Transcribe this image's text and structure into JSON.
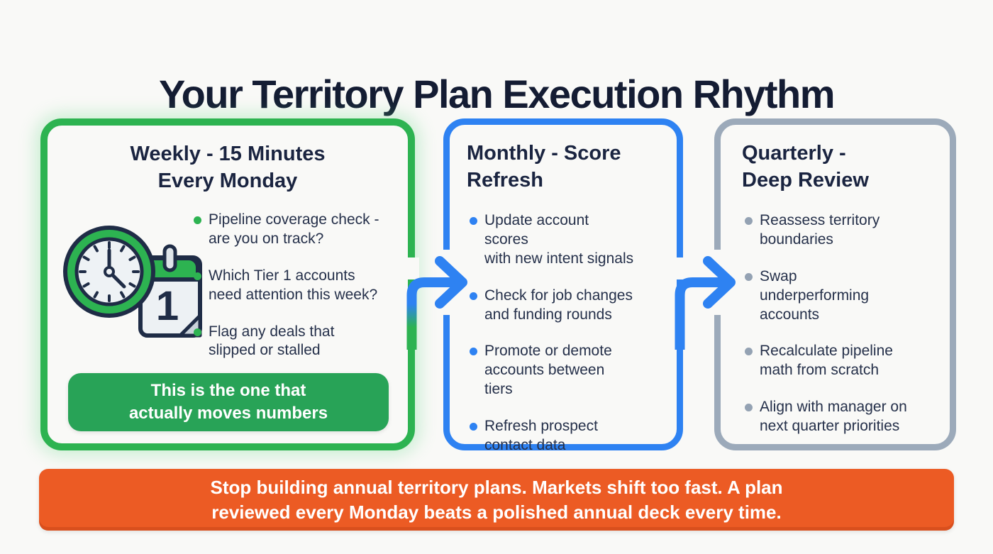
{
  "title": "Your Territory Plan Execution Rhythm",
  "cards": [
    {
      "id": "weekly",
      "title": "Weekly - 15 Minutes\nEvery Monday",
      "accent": "#2db351",
      "icon": "clock-calendar",
      "bullets": [
        "Pipeline coverage check -\nare you on track?",
        "Which Tier 1 accounts\nneed attention this week?",
        "Flag any deals that\nslipped or stalled"
      ],
      "badge": "This is the one that\nactually moves numbers"
    },
    {
      "id": "monthly",
      "title": "Monthly - Score\nRefresh",
      "accent": "#2e82f2",
      "bullets": [
        "Update account scores\nwith new intent signals",
        "Check for job changes\nand funding rounds",
        "Promote or demote\naccounts between tiers",
        "Refresh prospect\ncontact data"
      ]
    },
    {
      "id": "quarterly",
      "title": "Quarterly -\nDeep Review",
      "accent": "#9caaba",
      "bullets": [
        "Reassess territory\nboundaries",
        "Swap underperforming\naccounts",
        "Recalculate pipeline\nmath from scratch",
        "Align with manager on\nnext quarter priorities"
      ]
    }
  ],
  "footer": {
    "text": "Stop building annual territory plans. Markets shift too fast. A plan\nreviewed every Monday beats a polished annual deck every time."
  },
  "colors": {
    "green": "#2db351",
    "green_badge": "#28a357",
    "blue": "#2e82f2",
    "gray": "#9caaba",
    "navy": "#1a2440",
    "orange": "#ec5b24",
    "background": "#f9f9f7"
  }
}
